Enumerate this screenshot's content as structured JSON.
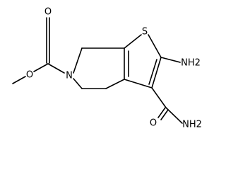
{
  "molecule": {
    "atoms": {
      "o_methoxy": "O",
      "o_carbonyl_ester": "O",
      "n_ring": "N",
      "s_ring": "S",
      "nh2_amino": "NH2",
      "o_amide": "O",
      "nh2_amide": "NH2"
    }
  },
  "colors": {
    "bond": "#000000",
    "label": "#000000",
    "background": "#ffffff"
  }
}
